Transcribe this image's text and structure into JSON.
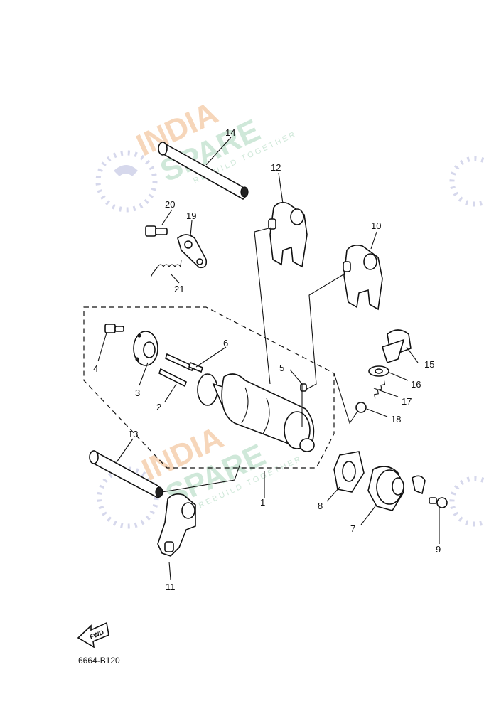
{
  "diagram_code": "6664-B120",
  "fwd_label": "FWD",
  "watermark": {
    "line1": "INDIA",
    "line2": "SPARE",
    "tagline": "REBUILD TOGETHER",
    "colors": {
      "orange": "#f3c9a3",
      "green": "#bfe0cc",
      "blue": "#c9cbe6"
    }
  },
  "callouts": [
    "1",
    "2",
    "3",
    "4",
    "5",
    "6",
    "7",
    "8",
    "9",
    "10",
    "11",
    "12",
    "13",
    "14",
    "15",
    "16",
    "17",
    "18",
    "19",
    "20",
    "21"
  ]
}
